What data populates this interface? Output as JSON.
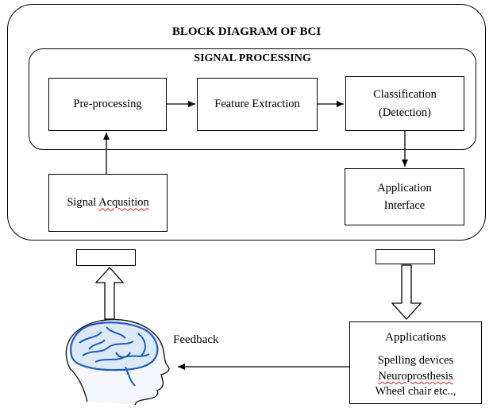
{
  "diagram": {
    "title": "BLOCK DIAGRAM OF BCI",
    "signal_processing": {
      "title": "SIGNAL PROCESSING",
      "preprocessing": "Pre-processing",
      "feature_extraction": "Feature Extraction",
      "classification_line1": "Classification",
      "classification_line2": "(Detection)"
    },
    "signal_acquisition": {
      "prefix": "Signal ",
      "word": "Acqusition"
    },
    "application_interface": {
      "line1": "Application",
      "line2": "Interface"
    },
    "applications": {
      "title": "Applications",
      "items": [
        "Spelling devices",
        "Neuroprosthesis",
        "Wheel chair etc..,"
      ]
    },
    "feedback": "Feedback",
    "icons": [
      "brain-head-icon"
    ]
  }
}
